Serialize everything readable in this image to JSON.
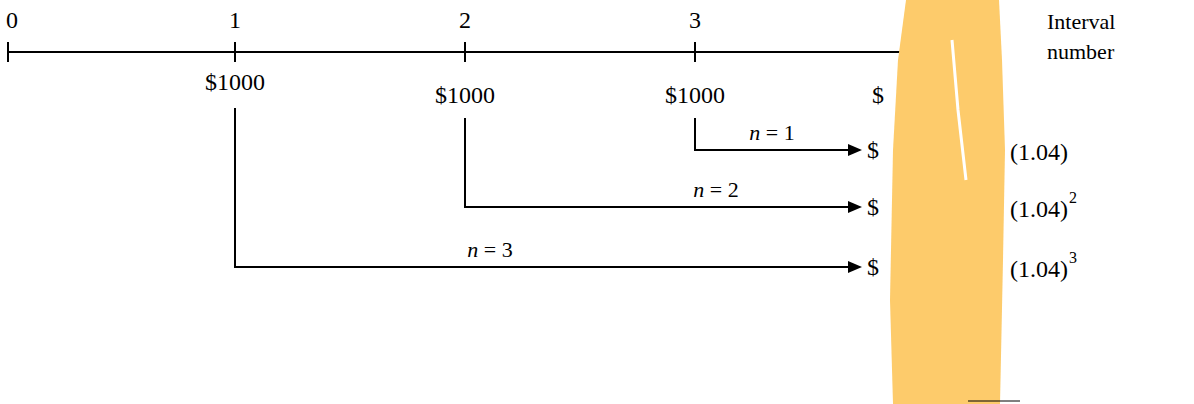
{
  "diagram": {
    "labels": [
      "0",
      "1",
      "2",
      "3",
      "Interval number",
      "$1000",
      "$1000",
      "$1000",
      "$",
      "n = 1",
      "$",
      "(1.04)",
      "n = 2",
      "$",
      "(1.04)",
      "2",
      "n = 3",
      "$",
      "(1.04)",
      "3"
    ]
  }
}
